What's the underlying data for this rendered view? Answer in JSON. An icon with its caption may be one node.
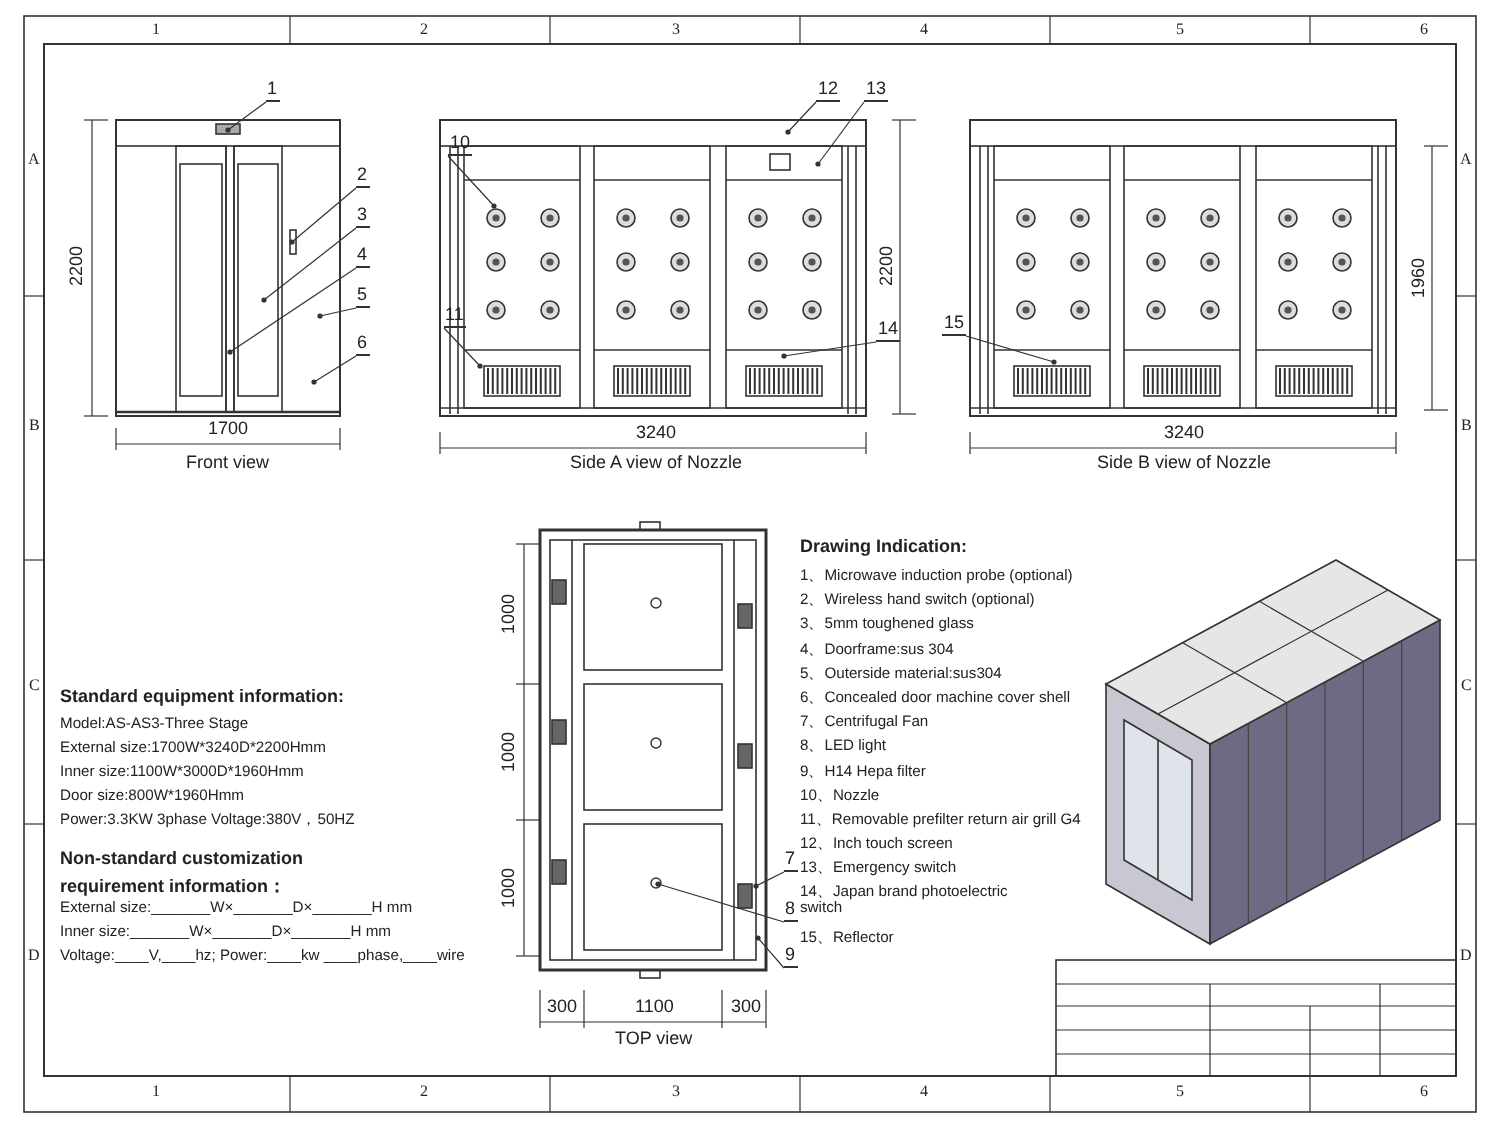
{
  "diagram": {
    "nodes": [
      {
        "text": [
          "1"
        ]
      },
      {
        "text": [
          "2"
        ]
      },
      {
        "text": [
          "3"
        ]
      },
      {
        "text": [
          "4"
        ]
      },
      {
        "text": [
          "5"
        ]
      },
      {
        "text": [
          "6"
        ]
      },
      {
        "text": [
          "10"
        ]
      },
      {
        "text": [
          "11"
        ]
      },
      {
        "text": [
          "12"
        ]
      },
      {
        "text": [
          "13"
        ]
      },
      {
        "text": [
          "14"
        ]
      },
      {
        "text": [
          "15"
        ]
      },
      {
        "text": [
          "7"
        ]
      },
      {
        "text": [
          "8"
        ]
      },
      {
        "text": [
          "9"
        ]
      }
    ],
    "edges": [
      {
        "from": 0,
        "to": null,
        "arrow": "other"
      },
      {
        "from": 1,
        "to": null,
        "arrow": "other"
      },
      {
        "from": 2,
        "to": null,
        "arrow": "other"
      },
      {
        "from": 3,
        "to": null,
        "arrow": "other"
      },
      {
        "from": 4,
        "to": null,
        "arrow": "other"
      },
      {
        "from": 5,
        "to": null,
        "arrow": "other"
      },
      {
        "from": 6,
        "to": null,
        "arrow": "other"
      },
      {
        "from": 7,
        "to": null,
        "arrow": "other"
      },
      {
        "from": 8,
        "to": null,
        "arrow": "other"
      },
      {
        "from": 9,
        "to": null,
        "arrow": "other"
      },
      {
        "from": 10,
        "to": null,
        "arrow": "other"
      },
      {
        "from": 11,
        "to": null,
        "arrow": "other"
      },
      {
        "from": 12,
        "to": null,
        "arrow": "other"
      },
      {
        "from": 13,
        "to": null,
        "arrow": "other"
      },
      {
        "from": 14,
        "to": null,
        "arrow": "other"
      }
    ],
    "labels": [
      "1",
      "2",
      "3",
      "4",
      "5",
      "6",
      "A",
      "A",
      "2200",
      "2200",
      "1960",
      "1700",
      "3240",
      "3240",
      "Front view",
      "Side A view of Nozzle",
      "Side B view of Nozzle",
      "B",
      "B",
      "Drawing Indication:",
      "1、Microwave induction probe (optional)",
      "2、Wireless hand switch (optional)",
      "3、5mm toughened glass",
      "4、Doorframe:sus 304",
      "5、Outerside material:sus304",
      "6、Concealed door machine cover shell",
      "7、Centrifugal Fan",
      "8、LED light",
      "9、H14 Hepa filter",
      "10、Nozzle",
      "11、Removable prefilter return air grill G4",
      "12、Inch touch screen",
      "13、Emergency switch",
      "14、Japan brand photoelectric switch",
      "15、Reflector",
      "1000",
      "1000",
      "1000",
      "C",
      "C",
      "Standard equipment information:",
      "Model:AS-AS3-Three Stage",
      "External size:1700W*3240D*2200Hmm",
      "Inner size:1100W*3000D*1960Hmm",
      "Door size:800W*1960Hmm",
      "Power:3.3KW  3phase  Voltage:380V，50HZ",
      "Non-standard customization requirement information：",
      "External size:_______W×_______D×_______H mm",
      "Inner size:_______W×_______D×_______H mm",
      "D",
      "Voltage:____V,____hz; Power:____kw ____phase,____wire",
      "D",
      "300",
      "1100",
      "300",
      "TOP view",
      "1",
      "2",
      "3",
      "4",
      "5",
      "6"
    ]
  }
}
